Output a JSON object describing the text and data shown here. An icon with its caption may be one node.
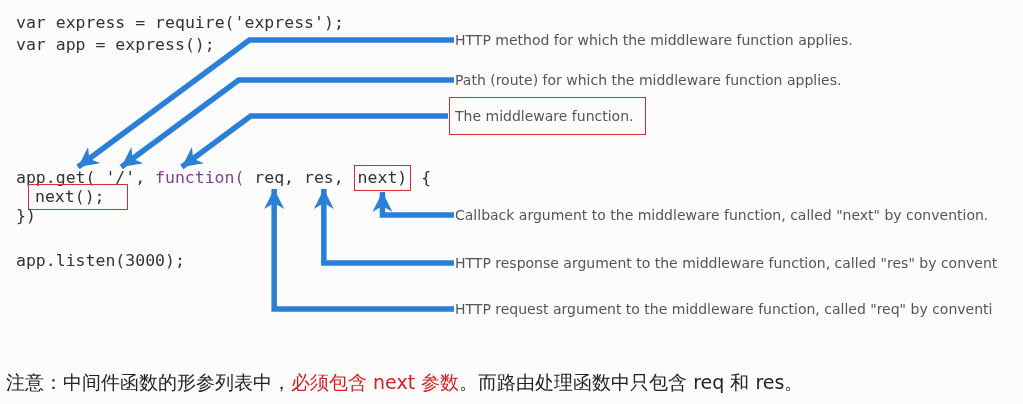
{
  "diagram": {
    "nodes": [
      {
        "text": [
          "app.get("
        ]
      },
      {
        "text": [
          "'/',"
        ]
      },
      {
        "text": [
          "function("
        ]
      },
      {
        "text": [
          "req,"
        ]
      },
      {
        "text": [
          "res,"
        ]
      },
      {
        "text": [
          "next)"
        ]
      },
      {
        "text": [
          "next();"
        ]
      },
      {
        "text": [
          "HTTP method for which the middleware function applies."
        ]
      },
      {
        "text": [
          "Path (route) for which the middleware function applies."
        ]
      },
      {
        "text": [
          "The middleware function."
        ]
      },
      {
        "text": [
          "Callback argument to the middleware function, called \"next\" by convention."
        ]
      },
      {
        "text": [
          "HTTP response argument to the middleware function, called \"res\" by convent"
        ]
      },
      {
        "text": [
          "HTTP request argument to the middleware function, called \"req\" by conventi"
        ]
      }
    ],
    "edges": [
      {
        "from": 7,
        "to": 0,
        "arrow": "to"
      },
      {
        "from": 8,
        "to": 1,
        "arrow": "to"
      },
      {
        "from": 9,
        "to": 2,
        "arrow": "to"
      },
      {
        "from": 10,
        "to": 5,
        "arrow": "to"
      },
      {
        "from": 11,
        "to": 4,
        "arrow": "to"
      },
      {
        "from": 12,
        "to": 3,
        "arrow": "to"
      }
    ],
    "labels": [
      "var express = require('express');",
      "var app = express();",
      "{",
      "})",
      "app.listen(3000);",
      "注意：中间件函数的形参列表中，",
      "必须包含 next 参数",
      "。而路由处理函数中只包含 req 和 res。"
    ]
  }
}
